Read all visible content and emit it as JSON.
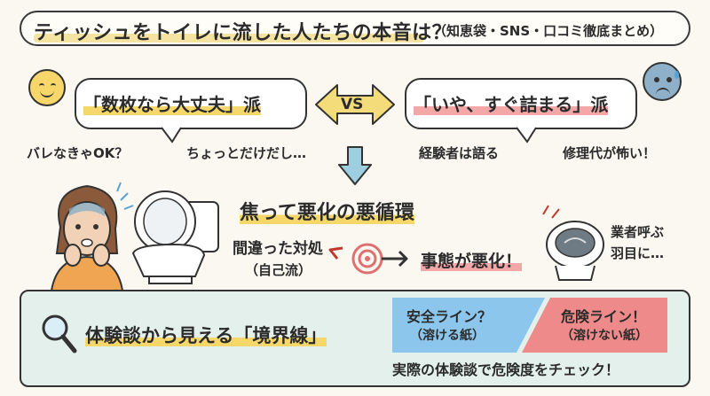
{
  "title": {
    "main": "ティッシュをトイレに流した人たちの本音は？",
    "sub": "（知恵袋・SNS・口コミ徹底まとめ）"
  },
  "left_side": {
    "bubble": "「数枚なら大丈夫」派",
    "note_1": "バレなきゃOK？",
    "note_2": "ちょっとだけだし…"
  },
  "vs_label": "VS",
  "right_side": {
    "bubble": "「いや、すぐ詰まる」派",
    "note_1": "経験者は語る",
    "note_2": "修理代が怖い！"
  },
  "cycle": {
    "heading": "焦って悪化の悪循環",
    "step_1": "間違った対処",
    "step_1_sub": "（自己流）",
    "step_2": "事態が悪化！",
    "aside": "業者呼ぶ\n羽目に…"
  },
  "boundary": {
    "heading": "体験談から見える「境界線」",
    "safe_title": "安全ライン？",
    "safe_sub": "（溶ける紙）",
    "danger_title": "危険ライン！",
    "danger_sub": "（溶けない紙）",
    "caption": "実際の体験談で危険度をチェック！"
  },
  "colors": {
    "highlight_yellow": "#f6d86a",
    "highlight_pink": "#f3a7a7",
    "safe_blue": "#8cc6ec",
    "danger_red": "#ee8a8a",
    "panel_green": "#e3f0ec"
  }
}
